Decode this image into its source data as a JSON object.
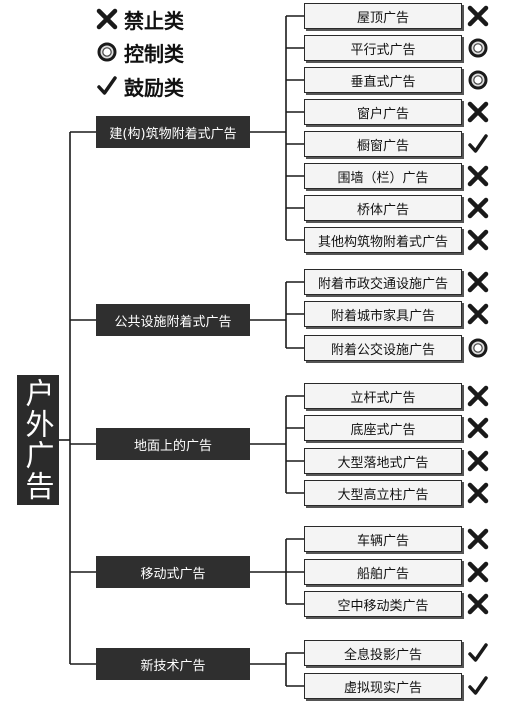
{
  "legend": [
    {
      "symbol": "forbidden-icon",
      "label": "禁止类"
    },
    {
      "symbol": "controlled-icon",
      "label": "控制类"
    },
    {
      "symbol": "encouraged-icon",
      "label": "鼓励类"
    }
  ],
  "root": {
    "label": "户外广告"
  },
  "categories": [
    {
      "label": "建(构)筑物附着式广告",
      "items": [
        {
          "label": "屋顶广告",
          "status": "forbidden"
        },
        {
          "label": "平行式广告",
          "status": "controlled"
        },
        {
          "label": "垂直式广告",
          "status": "controlled"
        },
        {
          "label": "窗户广告",
          "status": "forbidden"
        },
        {
          "label": "橱窗广告",
          "status": "encouraged"
        },
        {
          "label": "围墙（栏）广告",
          "status": "forbidden"
        },
        {
          "label": "桥体广告",
          "status": "forbidden"
        },
        {
          "label": "其他构筑物附着式广告",
          "status": "forbidden"
        }
      ]
    },
    {
      "label": "公共设施附着式广告",
      "items": [
        {
          "label": "附着市政交通设施广告",
          "status": "forbidden"
        },
        {
          "label": "附着城市家具广告",
          "status": "forbidden"
        },
        {
          "label": "附着公交设施广告",
          "status": "controlled"
        }
      ]
    },
    {
      "label": "地面上的广告",
      "items": [
        {
          "label": "立杆式广告",
          "status": "forbidden"
        },
        {
          "label": "底座式广告",
          "status": "forbidden"
        },
        {
          "label": "大型落地式广告",
          "status": "forbidden"
        },
        {
          "label": "大型高立柱广告",
          "status": "forbidden"
        }
      ]
    },
    {
      "label": "移动式广告",
      "items": [
        {
          "label": "车辆广告",
          "status": "forbidden"
        },
        {
          "label": "船舶广告",
          "status": "forbidden"
        },
        {
          "label": "空中移动类广告",
          "status": "forbidden"
        }
      ]
    },
    {
      "label": "新技术广告",
      "items": [
        {
          "label": "全息投影广告",
          "status": "encouraged"
        },
        {
          "label": "虚拟现实广告",
          "status": "encouraged"
        }
      ]
    }
  ]
}
